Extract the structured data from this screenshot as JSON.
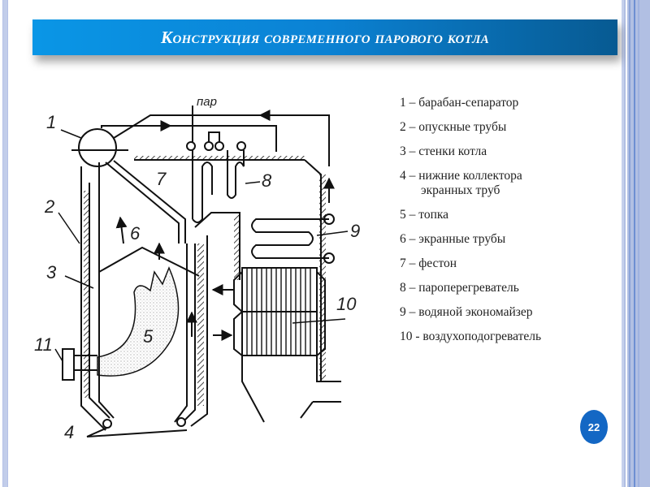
{
  "slide": {
    "title": "Конструкция современного парового котла",
    "page_number": "22",
    "colors": {
      "title_gradient_start": "#0a96e6",
      "title_gradient_end": "#075a92",
      "badge": "#1367c4",
      "frame": "#b1bfe3"
    }
  },
  "diagram": {
    "labels": {
      "n1": "1",
      "n2": "2",
      "n3": "3",
      "n4": "4",
      "n5": "5",
      "n6": "6",
      "n7": "7",
      "n8": "8",
      "n9": "9",
      "n10": "10",
      "n11": "11",
      "steam": "пар"
    }
  },
  "legend": {
    "items": [
      {
        "text": "1 – барабан-сепаратор"
      },
      {
        "text": "2 – опускные трубы"
      },
      {
        "text": "3 – стенки котла"
      },
      {
        "text": "4 – нижние коллектора",
        "cont": "экранных труб"
      },
      {
        "text": "5 – топка"
      },
      {
        "text": "6 – экранные трубы"
      },
      {
        "text": "7 – фестон"
      },
      {
        "text": "8 – пароперегреватель"
      },
      {
        "text": "9 – водяной экономайзер"
      },
      {
        "text": "10 - воздухоподогреватель"
      }
    ]
  }
}
